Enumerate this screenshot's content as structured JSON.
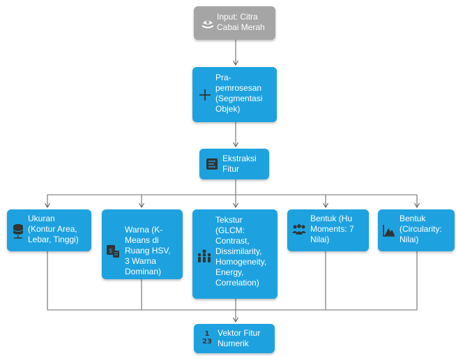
{
  "colors": {
    "process": "#1ea2df",
    "input": "#a5a5a5",
    "connector": "#6b6b6b",
    "text": "#ffffff"
  },
  "nodes": {
    "input": {
      "label": "Input: Citra\nCabai Merah",
      "icon": "eye-icon"
    },
    "preprocessing": {
      "label": "Pra-\npemrosesan\n(Segmentasi\nObjek)",
      "icon": "plus-icon"
    },
    "extraction": {
      "label": "Ekstraksi\nFitur",
      "icon": "document-stack-icon"
    },
    "size": {
      "label": "Ukuran\n(Kontur Area,\nLebar, Tinggi)",
      "icon": "database-icon"
    },
    "color": {
      "label": "Warna (K-\nMeans di\nRuang HSV,\n3 Warna\nDominan)",
      "icon": "color-palette-icon"
    },
    "texture": {
      "label": "Tekstur\n(GLCM:\nContrast,\nDissimilarity,\nHomogeneity,\nEnergy,\nCorrelation)",
      "icon": "people-group-icon"
    },
    "shape_hu": {
      "label": "Bentuk (Hu\nMoments: 7\nNilai)",
      "icon": "team-icon"
    },
    "shape_circ": {
      "label": "Bentuk\n(Circularity:\nNilai)",
      "icon": "mountain-image-icon"
    },
    "output": {
      "label": "Vektor Fitur\nNumerik",
      "icon": "numbers-icon"
    }
  },
  "icon_glyphs": {
    "numbers_top": "1",
    "numbers_bottom": "23"
  }
}
